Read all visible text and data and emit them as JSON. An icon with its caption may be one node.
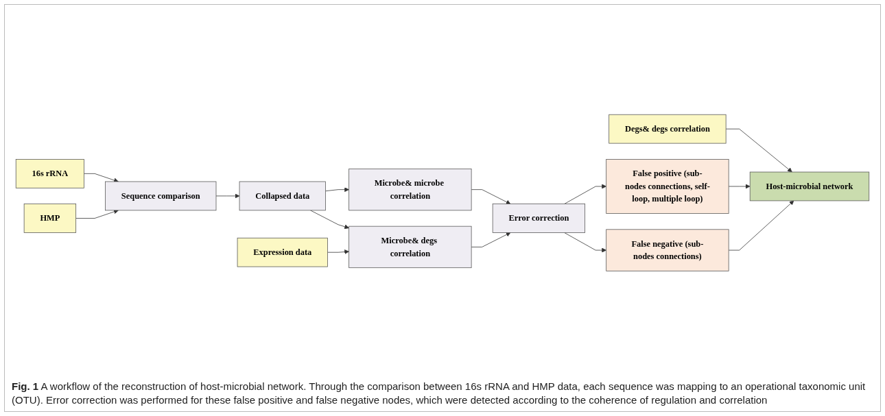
{
  "diagram": {
    "caption": "**Fig. 1** A workflow of the reconstruction of host-microbial network. Through the comparison between 16s rRNA and HMP data, each sequence was mapping to an operational taxonomic unit (OTU). Error correction was performed for these false positive and false negative nodes, which were detected according to the coherence of regulation and correlation",
    "nodes": [
      {
        "text": [
          "16s rRNA"
        ]
      },
      {
        "text": [
          "HMP"
        ]
      },
      {
        "text": [
          "Sequence comparison"
        ]
      },
      {
        "text": [
          "Collapsed data"
        ]
      },
      {
        "text": [
          "Microbe& microbe correlation"
        ]
      },
      {
        "text": [
          "Expression data"
        ]
      },
      {
        "text": [
          "Microbe& degs correlation"
        ]
      },
      {
        "text": [
          "Error correction"
        ]
      },
      {
        "text": [
          "Degs& degs correlation"
        ]
      },
      {
        "text": [
          "False positive (sub-nodes connections, self-loop, multiple loop)"
        ]
      },
      {
        "text": [
          "False negative (sub-nodes connections)"
        ]
      },
      {
        "text": [
          "Host-microbial network"
        ]
      }
    ],
    "edges": [
      {
        "from": 0,
        "to": 2,
        "arrow": "to"
      },
      {
        "from": 1,
        "to": 2,
        "arrow": "to"
      },
      {
        "from": 2,
        "to": 3,
        "arrow": "to"
      },
      {
        "from": 3,
        "to": 4,
        "arrow": "to"
      },
      {
        "from": 3,
        "to": 6,
        "arrow": "to"
      },
      {
        "from": 4,
        "to": 7,
        "arrow": "to"
      },
      {
        "from": 5,
        "to": 6,
        "arrow": "to"
      },
      {
        "from": 6,
        "to": 7,
        "arrow": "to"
      },
      {
        "from": 7,
        "to": 9,
        "arrow": "to"
      },
      {
        "from": 7,
        "to": 10,
        "arrow": "to"
      },
      {
        "from": 8,
        "to": 11,
        "arrow": "to"
      },
      {
        "from": 9,
        "to": 11,
        "arrow": "to"
      },
      {
        "from": 10,
        "to": 11,
        "arrow": "to"
      }
    ]
  }
}
